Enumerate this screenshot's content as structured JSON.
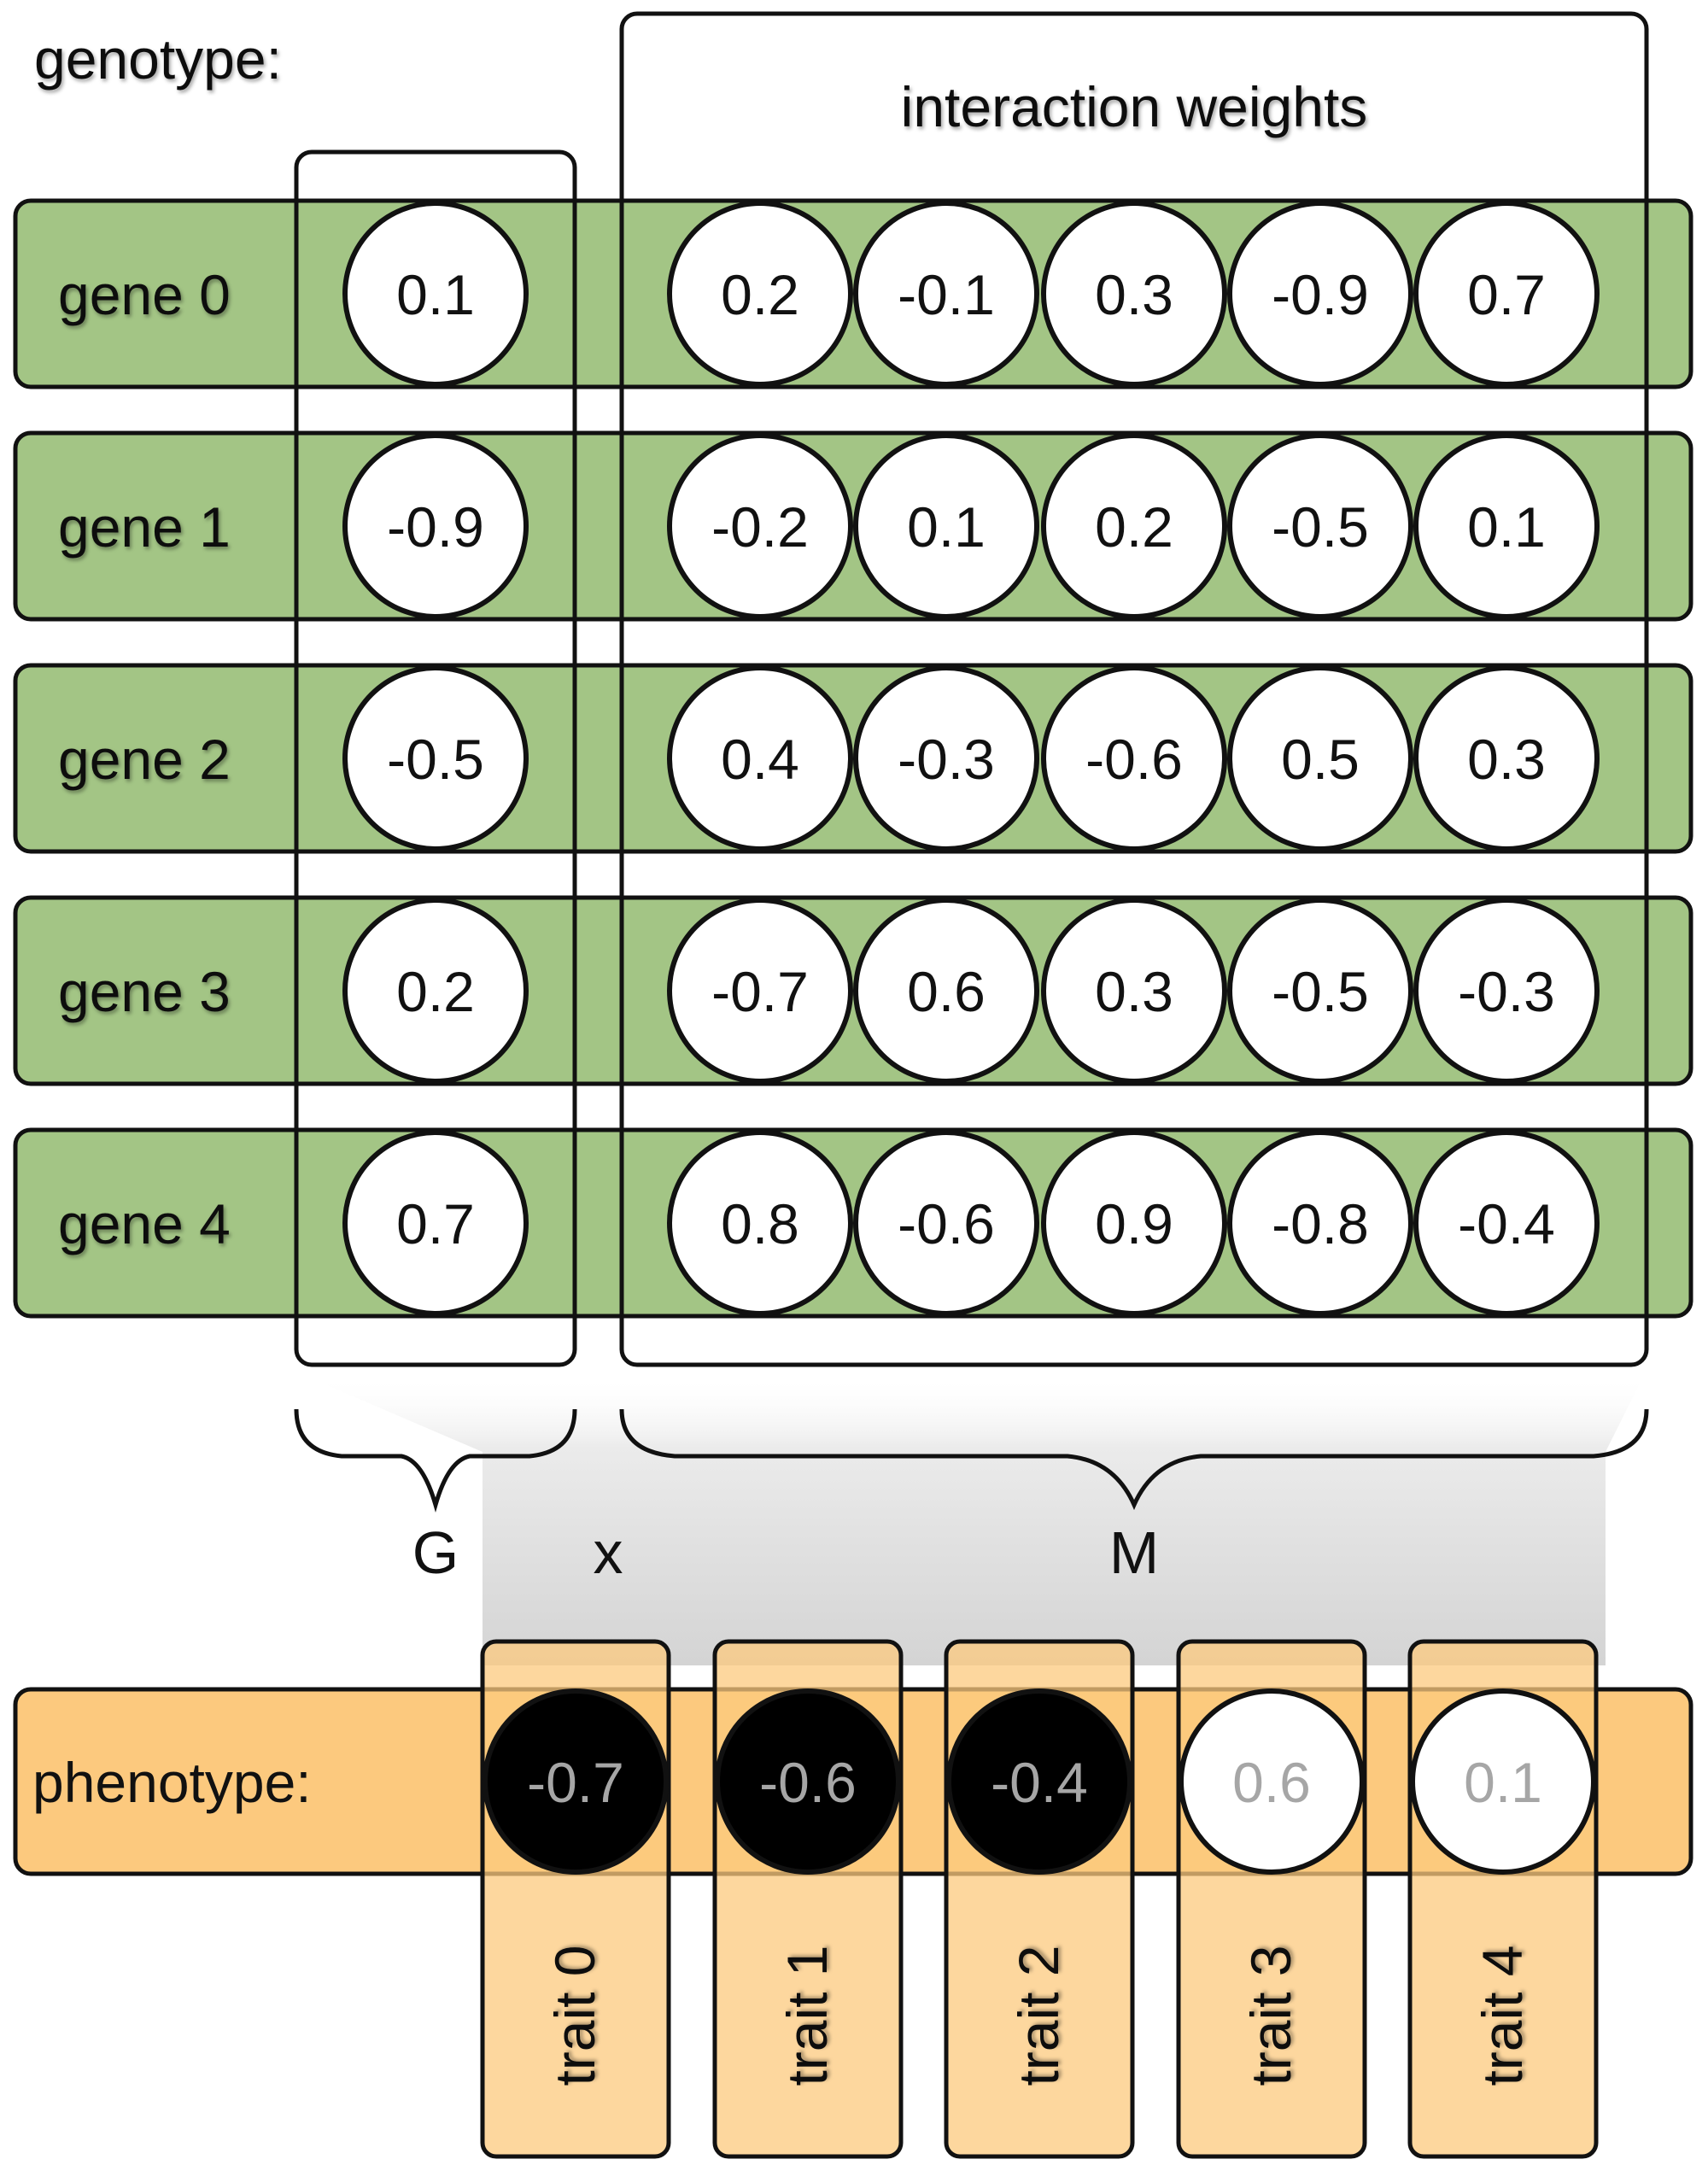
{
  "genotype_label": "genotype:",
  "interaction_weights_label": "interaction weights",
  "genes": [
    {
      "label": "gene 0",
      "g": "0.1",
      "m": [
        "0.2",
        "-0.1",
        "0.3",
        "-0.9",
        "0.7"
      ]
    },
    {
      "label": "gene 1",
      "g": "-0.9",
      "m": [
        "-0.2",
        "0.1",
        "0.2",
        "-0.5",
        "0.1"
      ]
    },
    {
      "label": "gene 2",
      "g": "-0.5",
      "m": [
        "0.4",
        "-0.3",
        "-0.6",
        "0.5",
        "0.3"
      ]
    },
    {
      "label": "gene 3",
      "g": "0.2",
      "m": [
        "-0.7",
        "0.6",
        "0.3",
        "-0.5",
        "-0.3"
      ]
    },
    {
      "label": "gene 4",
      "g": "0.7",
      "m": [
        "0.8",
        "-0.6",
        "0.9",
        "-0.8",
        "-0.4"
      ]
    }
  ],
  "formula": {
    "g": "G",
    "x": "x",
    "m": "M"
  },
  "phenotype_label": "phenotype:",
  "phenotype": [
    {
      "value": "-0.7",
      "trait": "trait 0",
      "style": "dark"
    },
    {
      "value": "-0.6",
      "trait": "trait 1",
      "style": "dark"
    },
    {
      "value": "-0.4",
      "trait": "trait 2",
      "style": "dark"
    },
    {
      "value": "0.6",
      "trait": "trait 3",
      "style": "light"
    },
    {
      "value": "0.1",
      "trait": "trait 4",
      "style": "light"
    }
  ],
  "colors": {
    "gene_fill": "#a3c585",
    "pheno_fill": "#fcc97e",
    "stroke": "#111111",
    "dark_circle": "#000000",
    "dark_text": "#a6a6a6",
    "light_text": "#a6a6a6",
    "shade": "#d4d4d4"
  }
}
